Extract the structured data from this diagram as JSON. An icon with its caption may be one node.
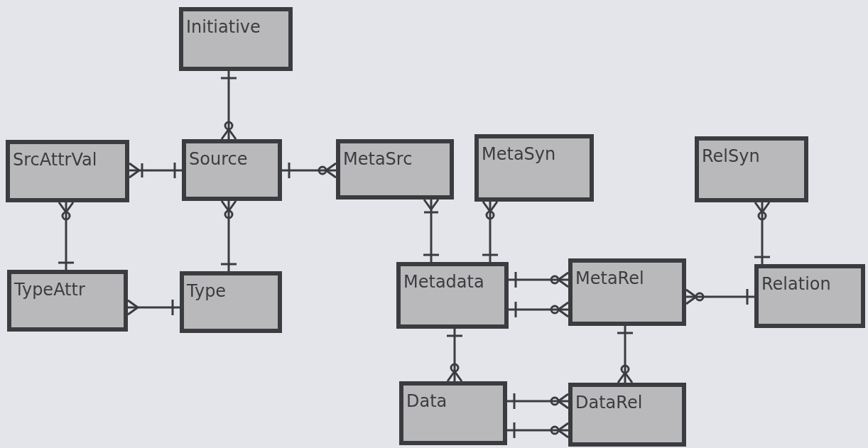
{
  "diagram": {
    "nodes": [
      {
        "text": [
          "Initiative"
        ]
      },
      {
        "text": [
          "SrcAttrVal"
        ]
      },
      {
        "text": [
          "Source"
        ]
      },
      {
        "text": [
          "MetaSrc"
        ]
      },
      {
        "text": [
          "MetaSyn"
        ]
      },
      {
        "text": [
          "RelSyn"
        ]
      },
      {
        "text": [
          "TypeAttr"
        ]
      },
      {
        "text": [
          "Type"
        ]
      },
      {
        "text": [
          "Metadata"
        ]
      },
      {
        "text": [
          "MetaRel"
        ]
      },
      {
        "text": [
          "Relation"
        ]
      },
      {
        "text": [
          "Data"
        ]
      },
      {
        "text": [
          "DataRel"
        ]
      }
    ],
    "edges": [
      {
        "from": 0,
        "to": 2,
        "arrow": "other"
      },
      {
        "from": 2,
        "to": 1,
        "arrow": "other"
      },
      {
        "from": 2,
        "to": 3,
        "arrow": "other"
      },
      {
        "from": 6,
        "to": 1,
        "arrow": "other"
      },
      {
        "from": 7,
        "to": 2,
        "arrow": "other"
      },
      {
        "from": 7,
        "to": 6,
        "arrow": "other"
      },
      {
        "from": 8,
        "to": 3,
        "arrow": "other"
      },
      {
        "from": 8,
        "to": 4,
        "arrow": "other"
      },
      {
        "from": 10,
        "to": 5,
        "arrow": "other"
      },
      {
        "from": 8,
        "to": 9,
        "arrow": "other"
      },
      {
        "from": 8,
        "to": 9,
        "arrow": "other"
      },
      {
        "from": 10,
        "to": 9,
        "arrow": "other"
      },
      {
        "from": 8,
        "to": 11,
        "arrow": "other"
      },
      {
        "from": 9,
        "to": 12,
        "arrow": "other"
      },
      {
        "from": 11,
        "to": 12,
        "arrow": "other"
      },
      {
        "from": 11,
        "to": 12,
        "arrow": "other"
      }
    ]
  }
}
